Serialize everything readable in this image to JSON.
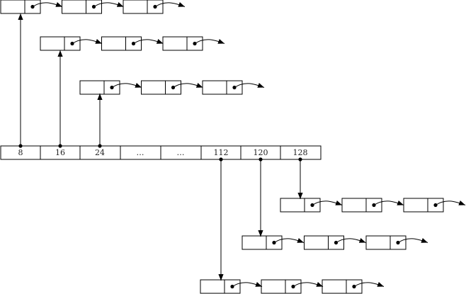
{
  "array": {
    "cells": [
      "8",
      "16",
      "24",
      "…",
      "…",
      "112",
      "120",
      "128"
    ]
  },
  "lists": {
    "upper": [
      "8",
      "16",
      "24"
    ],
    "lower": [
      "112",
      "120",
      "128"
    ],
    "nodes_per_list": 3
  },
  "colors": {
    "stroke": "#000000",
    "background": "#ffffff"
  }
}
